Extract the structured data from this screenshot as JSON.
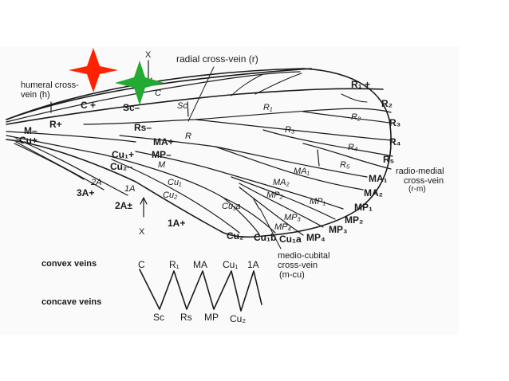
{
  "colors": {
    "ink": "#1a1a1a",
    "star_red": "#ff2200",
    "star_green": "#22aa33",
    "background": "#ffffff"
  },
  "labels": {
    "x_top": "X",
    "x_bottom": "X",
    "radial_crossvein": "radial cross-vein (r)",
    "humeral_1": "humeral cross-",
    "humeral_2": "vein (h)",
    "c_plus": "C +",
    "sc_minus": "Sc–",
    "c_inner": "C",
    "sc_inner": "Sc",
    "r1_plus": "R₁ +",
    "r1_inner": "R₁",
    "r2": "R₂",
    "r2_inner": "R₂",
    "r3": "R₃",
    "r3_inner": "R₃",
    "r4": "R₄",
    "r4_inner": "R₄",
    "r5": "R₅",
    "r5_inner": "R₅",
    "m_minus": "M–",
    "r_plus": "R+",
    "rs_minus": "Rs–",
    "r_inner": "R",
    "cu_plus": "Cu+",
    "ma_plus": "MA+",
    "mp_minus": "MP–",
    "m_inner": "M",
    "cu1_plus": "Cu₁+",
    "cu2_minus": "Cu₂–",
    "ma1_inner": "MA₁",
    "ma2_inner": "MA₂",
    "mp2_inner": "MP₂",
    "mp1_inner": "MP₁",
    "mp3_inner": "MP₃",
    "mp4_inner": "MP₄",
    "cu1_inner": "Cu₁",
    "cu2_inner": "Cu₂",
    "cu1a_inner": "Cu₁a",
    "a2_inner": "2A",
    "a1_inner": "1A",
    "a3_plus": "3A+",
    "a2_pm": "2A±",
    "a1_plus": "1A+",
    "ma1_right": "MA₁",
    "ma2_right": "MA₂",
    "mp1_right": "MP₁",
    "mp2_right": "MP₂",
    "mp3_right": "MP₃",
    "mp4_right": "MP₄",
    "cu2_bottom": "Cu₂",
    "cu1b_bottom": "Cu₁b",
    "cu1a_bottom": "Cu₁a",
    "rm_1": "radio-medial",
    "rm_2": "cross-vein",
    "rm_3": "(r-m)",
    "mcu_1": "medio-cubital",
    "mcu_2": "cross-vein",
    "mcu_3": "(m-cu)"
  },
  "legend": {
    "convex_label": "convex veins",
    "concave_label": "concave veins",
    "convex_names": [
      "C",
      "R₁",
      "MA",
      "Cu₁",
      "1A"
    ],
    "concave_names": [
      "Sc",
      "Rs",
      "MP",
      "Cu₂"
    ]
  }
}
